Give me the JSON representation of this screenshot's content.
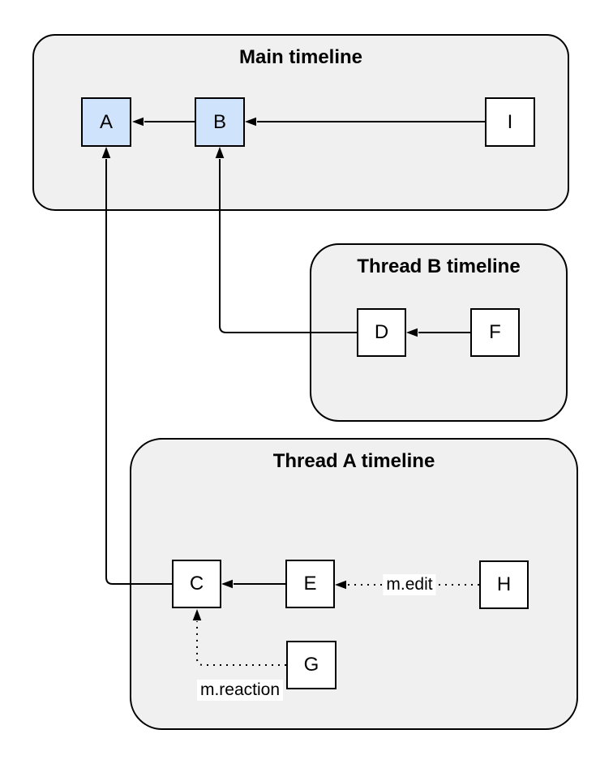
{
  "diagram": {
    "background_color": "#ffffff",
    "panel_fill": "#f0f0f0",
    "panel_border_color": "#000000",
    "node_border_color": "#000000",
    "node_fill_default": "#ffffff",
    "node_fill_highlight": "#cfe3fc",
    "line_color": "#000000",
    "panels": {
      "main": {
        "title": "Main timeline"
      },
      "thread_b": {
        "title": "Thread B timeline"
      },
      "thread_a": {
        "title": "Thread A timeline"
      }
    },
    "nodes": {
      "a": {
        "label": "A",
        "panel": "Main timeline",
        "highlighted": true
      },
      "b": {
        "label": "B",
        "panel": "Main timeline",
        "highlighted": true
      },
      "i": {
        "label": "I",
        "panel": "Main timeline",
        "highlighted": false
      },
      "d": {
        "label": "D",
        "panel": "Thread B timeline",
        "highlighted": false
      },
      "f": {
        "label": "F",
        "panel": "Thread B timeline",
        "highlighted": false
      },
      "c": {
        "label": "C",
        "panel": "Thread A timeline",
        "highlighted": false
      },
      "e": {
        "label": "E",
        "panel": "Thread A timeline",
        "highlighted": false
      },
      "h": {
        "label": "H",
        "panel": "Thread A timeline",
        "highlighted": false
      },
      "g": {
        "label": "G",
        "panel": "Thread A timeline",
        "highlighted": false
      }
    },
    "edges": [
      {
        "from": "B",
        "to": "A",
        "style": "solid"
      },
      {
        "from": "I",
        "to": "B",
        "style": "solid"
      },
      {
        "from": "F",
        "to": "D",
        "style": "solid"
      },
      {
        "from": "D",
        "to": "B",
        "style": "solid",
        "shape": "elbow"
      },
      {
        "from": "E",
        "to": "C",
        "style": "solid"
      },
      {
        "from": "C",
        "to": "A",
        "style": "solid",
        "shape": "elbow"
      },
      {
        "from": "H",
        "to": "E",
        "style": "dotted",
        "label": "m.edit"
      },
      {
        "from": "G",
        "to": "C",
        "style": "dotted",
        "shape": "elbow",
        "label": "m.reaction"
      }
    ],
    "edge_labels": {
      "edit": "m.edit",
      "reaction": "m.reaction"
    }
  }
}
